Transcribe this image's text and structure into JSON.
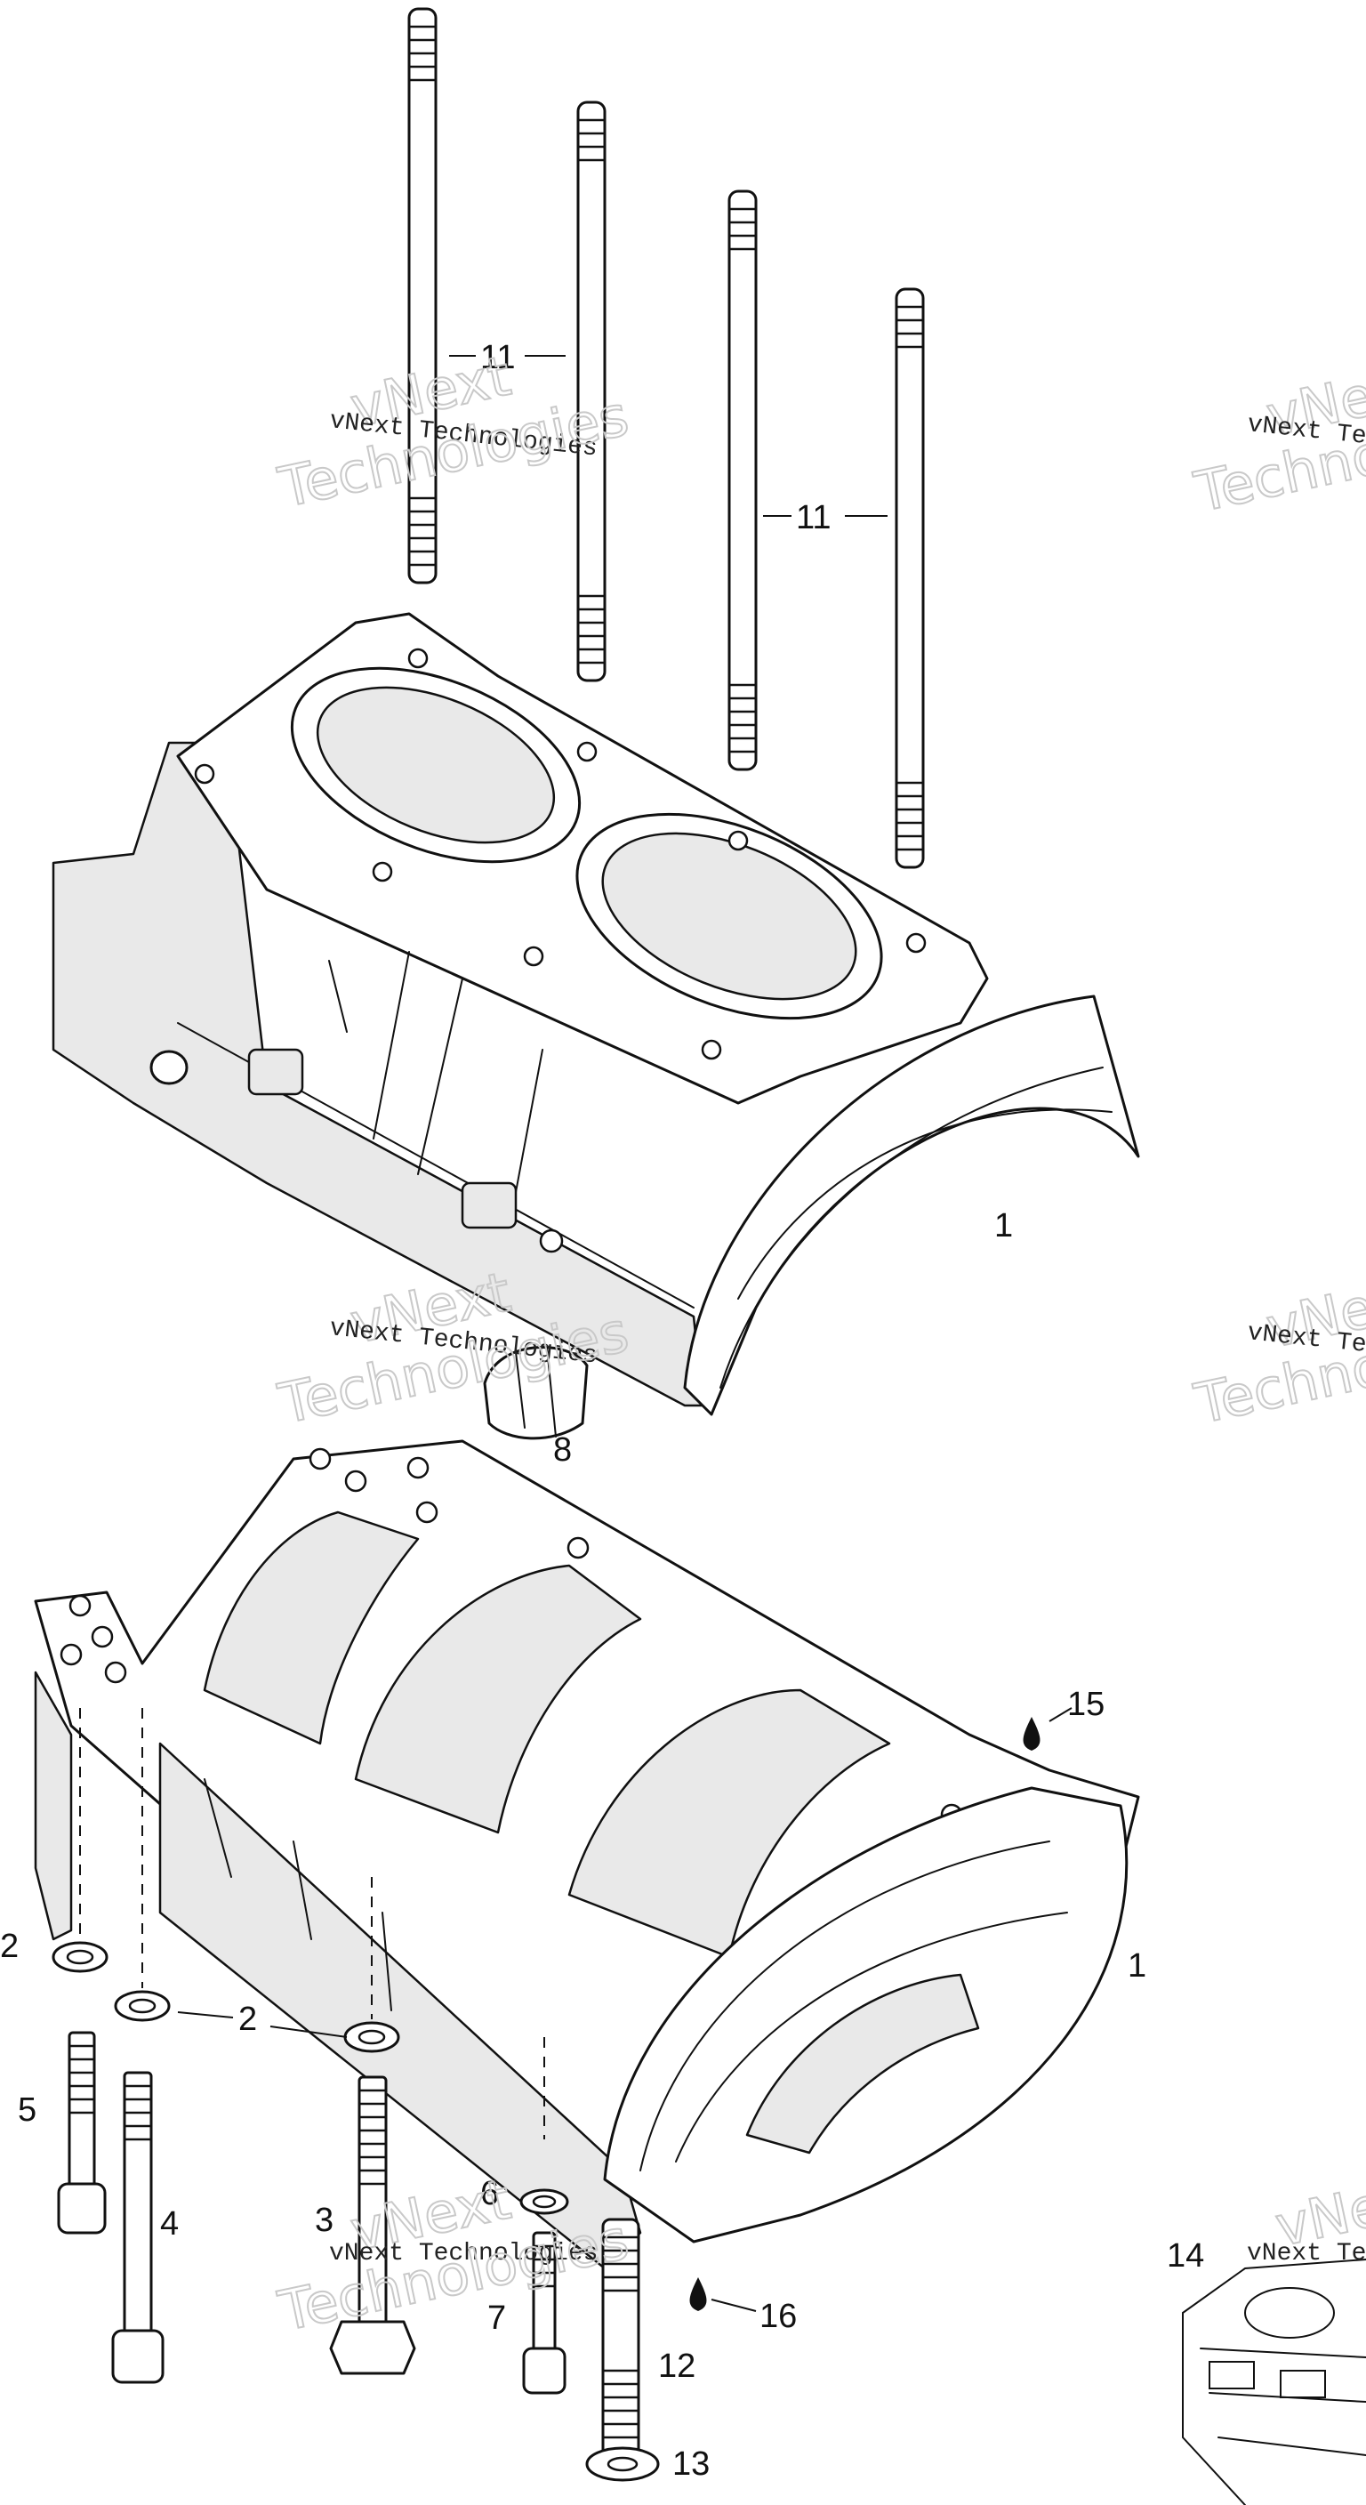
{
  "watermark": {
    "line1": "vNext",
    "line2": "vNext Technologies",
    "line3": "Technologies"
  },
  "callouts": {
    "c1a": "1",
    "c1b": "1",
    "c2a": "2",
    "c2b": "2",
    "c3": "3",
    "c4": "4",
    "c5": "5",
    "c6": "6",
    "c7": "7",
    "c8": "8",
    "c11a": "11",
    "c11b": "11",
    "c12": "12",
    "c13": "13",
    "c14": "14",
    "c15": "15",
    "c16": "16"
  }
}
